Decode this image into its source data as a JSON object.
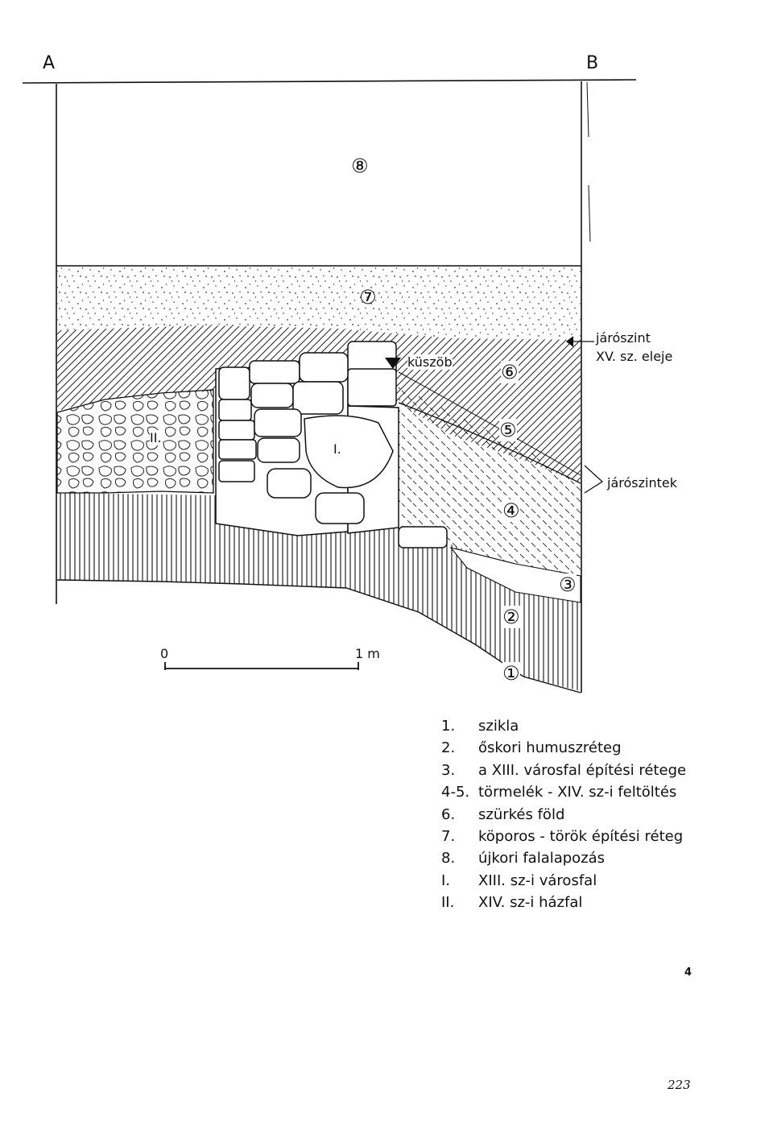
{
  "section": {
    "corner_left": "A",
    "corner_right": "B",
    "layer_markers": [
      "⑧",
      "⑦",
      "⑥",
      "⑤",
      "④",
      "③",
      "②",
      "①"
    ],
    "wall_labels": {
      "xiii_wall": "I.",
      "xiv_wall": "II."
    },
    "threshold": "küszöb",
    "walk_level": "járószint",
    "walk_level_date": "XV. sz. eleje",
    "walk_levels": "járószintek",
    "scale": {
      "start": "0",
      "end": "1 m"
    }
  },
  "legend": {
    "items": [
      {
        "num": "1.",
        "text": "szikla"
      },
      {
        "num": "2.",
        "text": "őskori humuszréteg"
      },
      {
        "num": "3.",
        "text": "a XIII. városfal építési rétege"
      },
      {
        "num": "4-5.",
        "text": "törmelék - XIV. sz-i feltöltés"
      },
      {
        "num": "6.",
        "text": "szürkés föld"
      },
      {
        "num": "7.",
        "text": "köporos - török építési réteg"
      },
      {
        "num": "8.",
        "text": "újkori falalapozás"
      },
      {
        "num": "I.",
        "text": "XIII. sz-i városfal"
      },
      {
        "num": "II.",
        "text": "XIV. sz-i házfal"
      }
    ]
  },
  "figure_number": "4",
  "page_number": "223"
}
